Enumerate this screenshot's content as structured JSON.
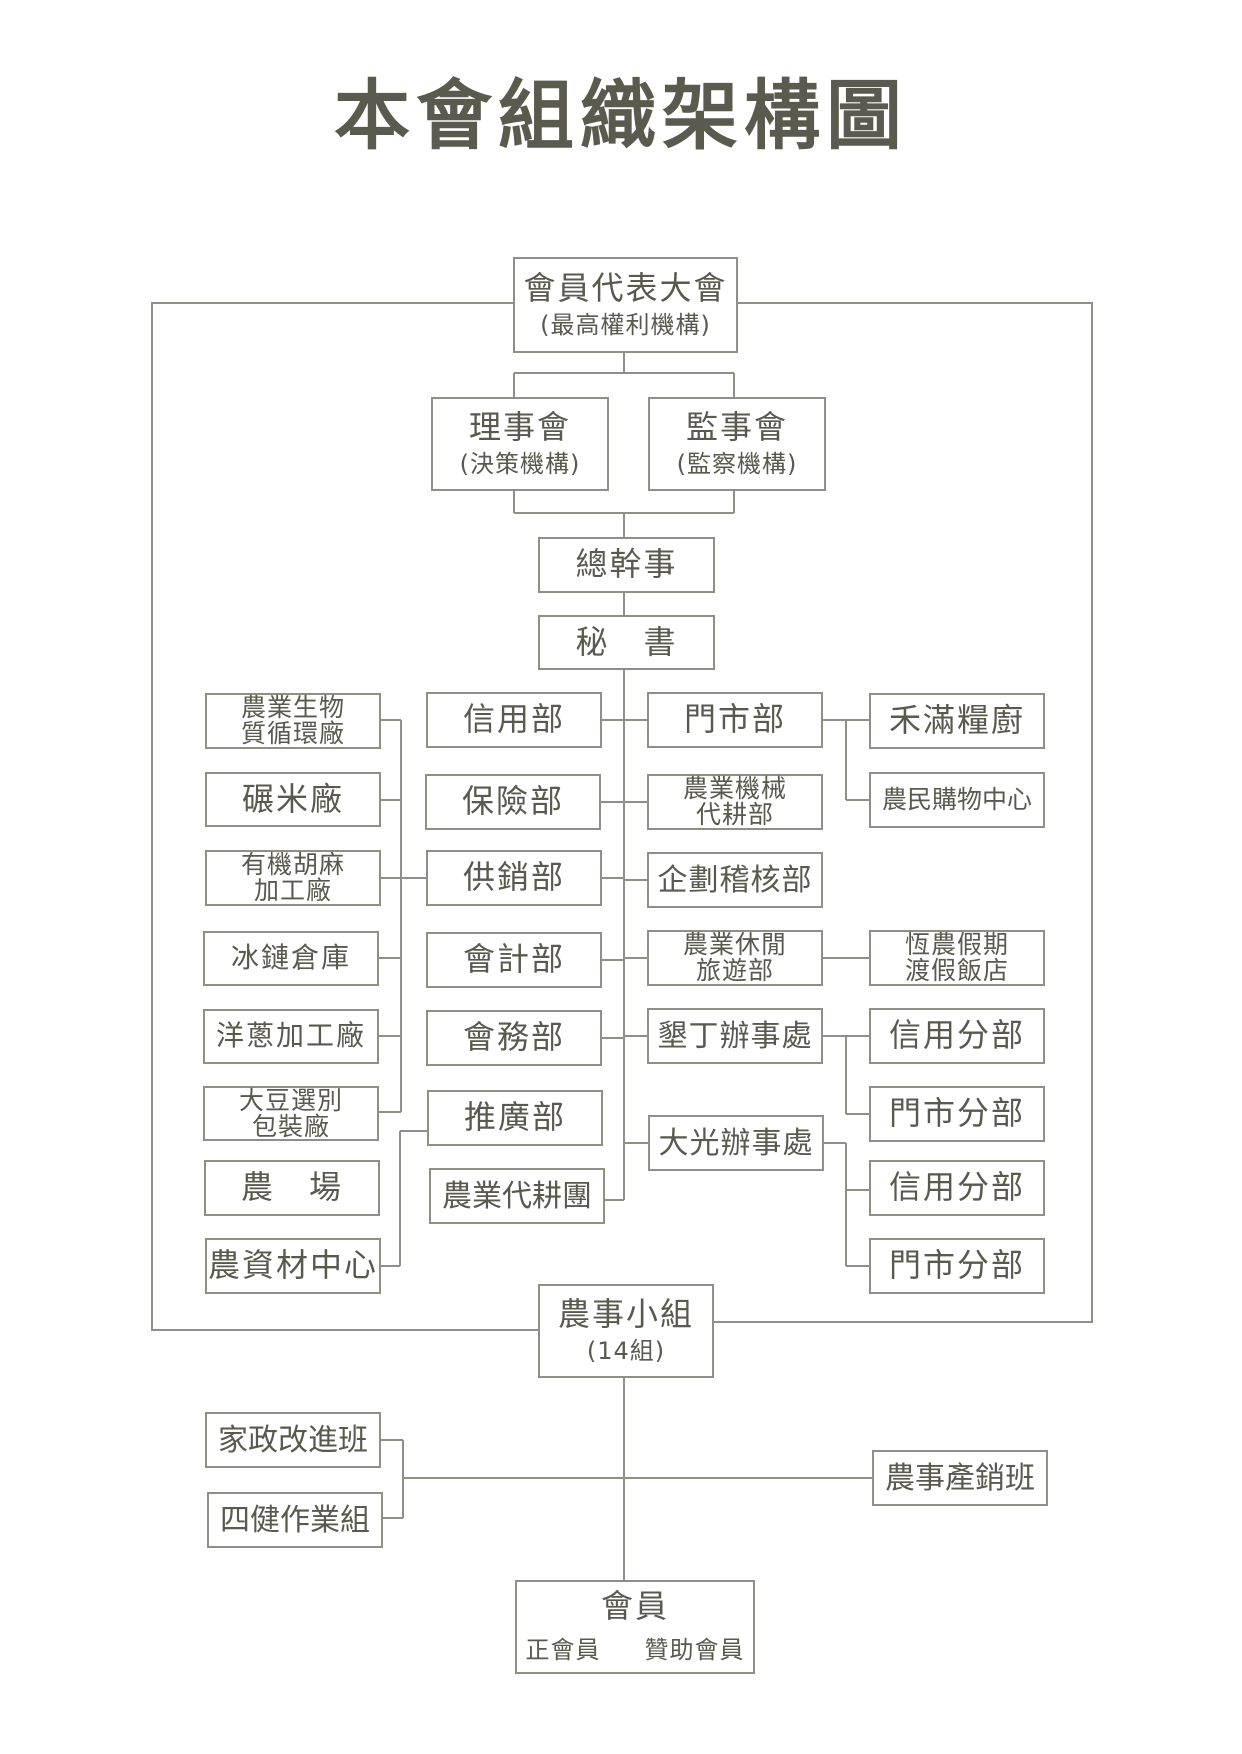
{
  "title": "本會組織架構圖",
  "colors": {
    "line": "#8f8f86",
    "text": "#59594f",
    "title": "#5b5a4e"
  },
  "assembly": {
    "label": "會員代表大會",
    "sub": "(最高權利機構)"
  },
  "board": {
    "label": "理事會",
    "sub": "(決策機構)"
  },
  "supervisors": {
    "label": "監事會",
    "sub": "(監察機構)"
  },
  "general_manager": "總幹事",
  "secretary": "秘　書",
  "factories": [
    [
      "農業生物",
      "質循環廠"
    ],
    [
      "碾米廠"
    ],
    [
      "有機胡麻",
      "加工廠"
    ],
    [
      "冰鏈倉庫"
    ],
    [
      "洋蔥加工廠"
    ],
    [
      "大豆選別",
      "包裝廠"
    ],
    [
      "農　場"
    ],
    [
      "農資材中心"
    ]
  ],
  "departments_left": [
    "信用部",
    "保險部",
    "供銷部",
    "會計部",
    "會務部",
    "推廣部",
    "農業代耕團"
  ],
  "departments_right": [
    [
      "門市部"
    ],
    [
      "農業機械",
      "代耕部"
    ],
    [
      "企劃稽核部"
    ],
    [
      "農業休閒",
      "旅遊部"
    ],
    [
      "墾丁辦事處"
    ],
    [
      "大光辦事處"
    ]
  ],
  "far_right": {
    "store_units": [
      "禾滿糧廚",
      "農民購物中心"
    ],
    "hotel": [
      "恆農假期",
      "渡假飯店"
    ],
    "kenting_units": [
      "信用分部",
      "門市分部"
    ],
    "daguang_units": [
      "信用分部",
      "門市分部"
    ]
  },
  "groups": {
    "label": "農事小組",
    "sub": "(14組)"
  },
  "classes_left": [
    "家政改進班",
    "四健作業組"
  ],
  "class_right": "農事產銷班",
  "members": {
    "label": "會員",
    "regular": "正會員",
    "associate": "贊助會員"
  }
}
